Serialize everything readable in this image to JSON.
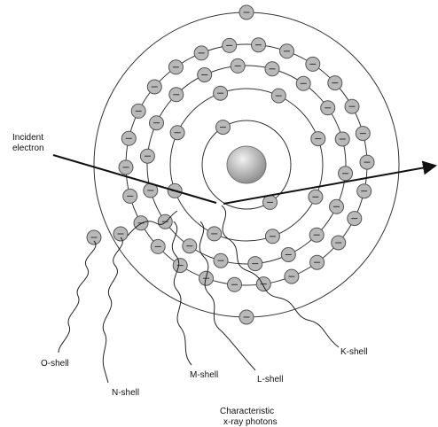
{
  "labels": {
    "incident_line1": "Incident",
    "incident_line2": "electron",
    "o_shell": "O-shell",
    "n_shell": "N-shell",
    "m_shell": "M-shell",
    "l_shell": "L-shell",
    "k_shell": "K-shell",
    "caption_line1": "Characteristic",
    "caption_line2": "x-ray photons"
  },
  "colors": {
    "electron_fill": "#b9b9b9",
    "nucleus_fill": "#a8a8a8",
    "orbit_stroke": "#333333"
  }
}
